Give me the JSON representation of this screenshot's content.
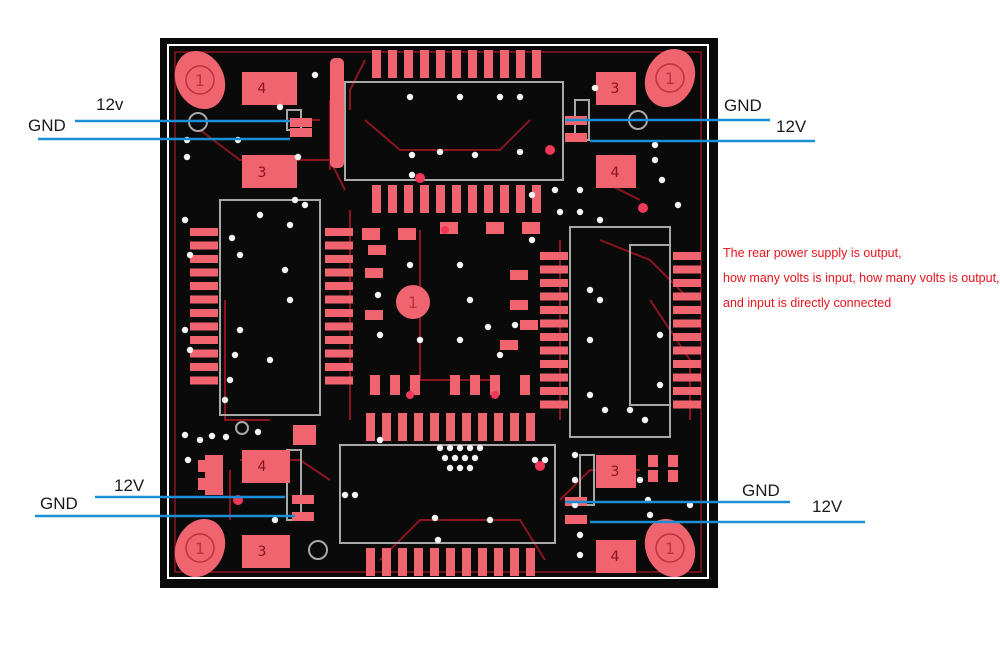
{
  "labels": {
    "top_left_12v": "12v",
    "top_left_gnd": "GND",
    "top_right_gnd": "GND",
    "top_right_12v": "12V",
    "bottom_left_12v": "12V",
    "bottom_left_gnd": "GND",
    "bottom_right_gnd": "GND",
    "bottom_right_12v": "12V"
  },
  "note": {
    "line1": "The rear power supply is output,",
    "line2": "how many volts is input, how many volts is output,",
    "line3": "and input is directly connected"
  },
  "pad_numbers": {
    "top_left_upper": "4",
    "top_left_lower": "3",
    "top_right_upper": "3",
    "top_right_lower": "4",
    "bottom_left_upper": "4",
    "bottom_left_lower": "3",
    "bottom_right_upper": "3",
    "bottom_right_lower": "4"
  },
  "mount_hole_number": "1",
  "colors": {
    "board": "#0a0a0a",
    "copper": "#e8546c",
    "pad": "#f06470",
    "trace": "#8a1520",
    "via": "#f5f5f5",
    "silkscreen": "#a8a8a8",
    "wire": "#1a8fd6",
    "note_text": "#e8141c"
  }
}
